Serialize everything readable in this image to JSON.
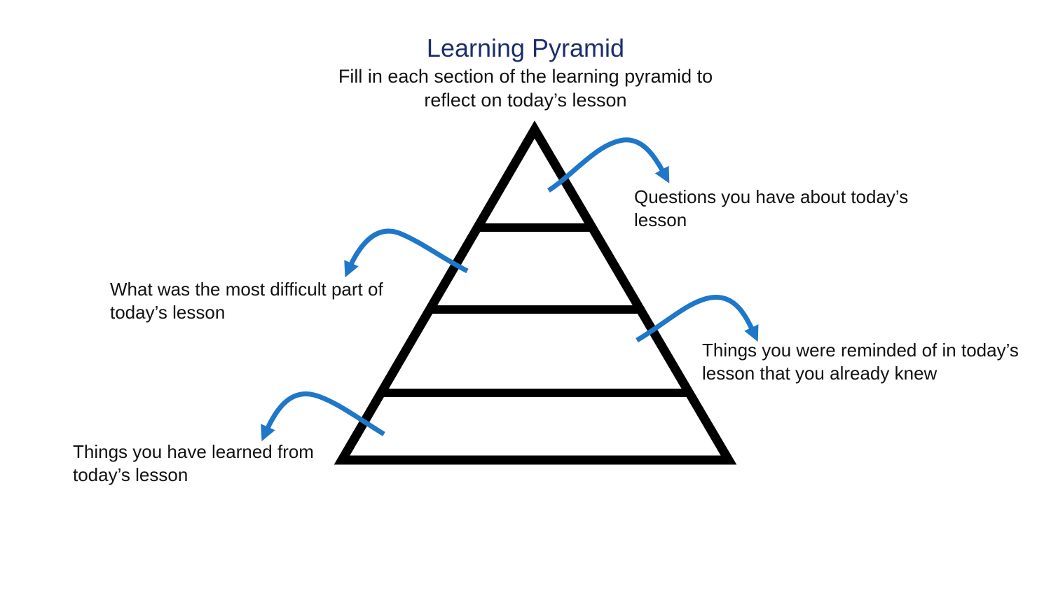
{
  "title": "Learning Pyramid",
  "subtitle": "Fill in each section of the learning pyramid to reflect on today’s lesson",
  "labels": {
    "questions": "Questions you have about today’s lesson",
    "difficult": "What was the most difficult part of today’s lesson",
    "reminded": "Things you were reminded of in today’s lesson that you already knew",
    "learned": "Things you have learned from today’s lesson"
  },
  "colors": {
    "title": "#1a2f6b",
    "arrow": "#1f77c9",
    "outline": "#000000"
  }
}
